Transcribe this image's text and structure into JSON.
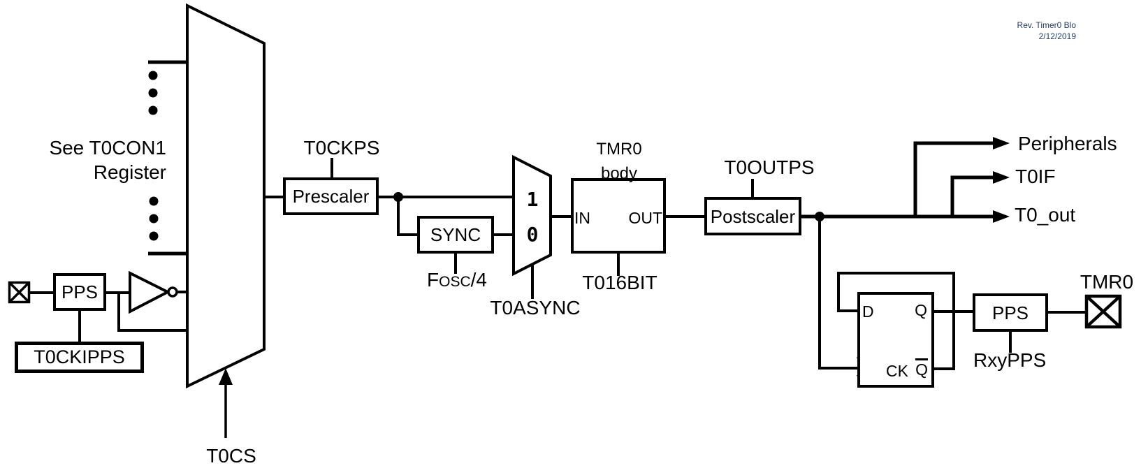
{
  "revision": {
    "line1": "Rev. Timer0 Blo",
    "line2": "2/12/2019",
    "color": "#233B6C"
  },
  "clock_mux": {
    "note_line1": "See T0CON1",
    "note_line2": "Register",
    "select": "T0CS"
  },
  "input_pps": {
    "box": "PPS",
    "register": "T0CKIPPS"
  },
  "prescaler": {
    "box": "Prescaler",
    "control": "T0CKPS"
  },
  "sync": {
    "box": "SYNC",
    "clock_f": "F",
    "clock_osc": "OSC",
    "clock_div": "/4"
  },
  "async_mux": {
    "input1": "1",
    "input0": "0",
    "select": "T0ASYNC"
  },
  "timer_body": {
    "title1": "TMR0",
    "title2": "body",
    "in": "IN",
    "out": "OUT",
    "control": "T016BIT"
  },
  "postscaler": {
    "box": "Postscaler",
    "control": "T0OUTPS"
  },
  "outputs": {
    "peripherals": "Peripherals",
    "interrupt": "T0IF",
    "out": "T0_out"
  },
  "flipflop": {
    "d": "D",
    "q": "Q",
    "ck": "CK",
    "qbar": "Q"
  },
  "output_pps": {
    "box": "PPS",
    "register": "RxyPPS",
    "pin": "TMR0"
  }
}
